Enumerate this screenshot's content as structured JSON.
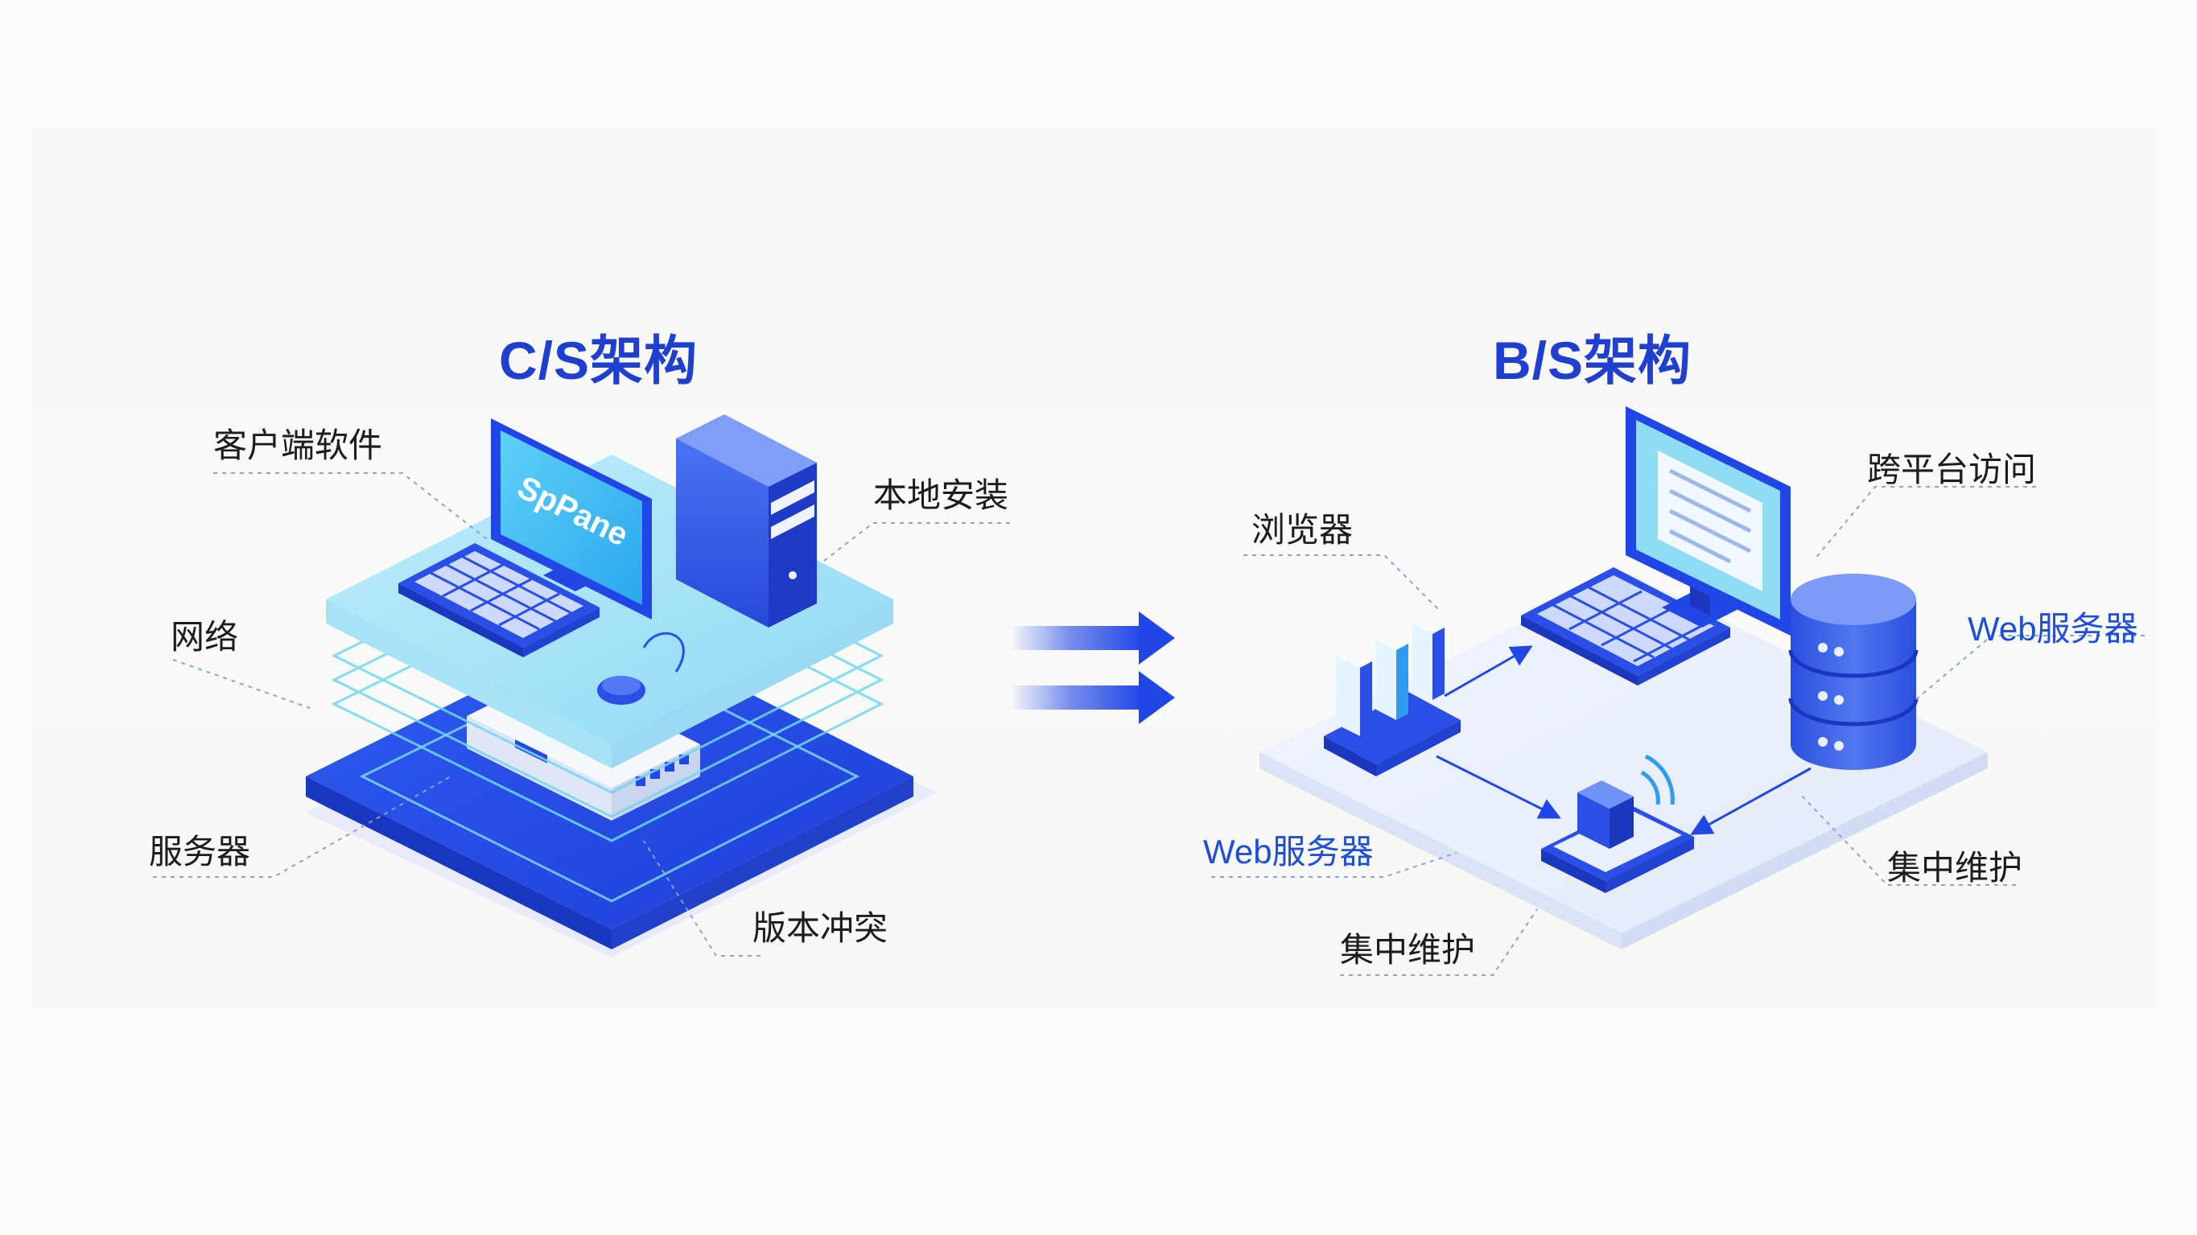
{
  "cs": {
    "title": "C/S架构",
    "screen_text": "SpPane",
    "labels": {
      "client_software": "客户端软件",
      "local_install": "本地安装",
      "network": "网络",
      "server": "服务器",
      "version_conflict": "版本冲突"
    }
  },
  "bs": {
    "title": "B/S架构",
    "labels": {
      "browser": "浏览器",
      "cross_platform": "跨平台访问",
      "web_server_right": "Web服务器",
      "web_server_left": "Web服务器",
      "central_maintenance_right": "集中维护",
      "central_maintenance_bottom": "集中维护"
    }
  },
  "colors": {
    "title": "#1f3fd1",
    "accent_blue": "#1f4fd8",
    "deep_blue": "#2146e6",
    "light_cyan": "#8fdcf5",
    "platform_light": "#e9f0fb"
  }
}
